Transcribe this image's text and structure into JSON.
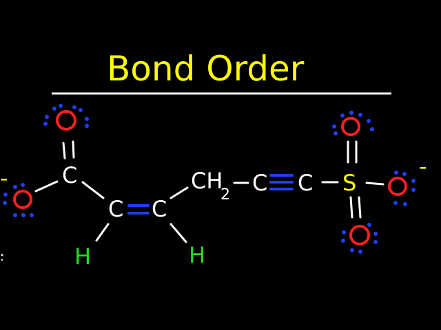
{
  "title": "Bond Order",
  "colors": {
    "background": "#000000",
    "title": "#ffff00",
    "carbon": "#ffffff",
    "oxygen": "#ff2020",
    "sulfur": "#ffff00",
    "hydrogen": "#22dd22",
    "lone_pair": "#1f3fff",
    "double_bond": "#1f3fff",
    "triple_bond": "#1f3fff"
  },
  "atoms": {
    "c1": "C",
    "c2": "C",
    "c3": "C",
    "ch2_main": "CH",
    "ch2_sub": "2",
    "c4": "C",
    "c5": "C",
    "s": "S",
    "h1": "H",
    "h2": "H",
    "o_top_left": "O",
    "o_left": "O",
    "o_top_right": "O",
    "o_right": "O",
    "o_bottom_right": "O"
  },
  "charges": {
    "left": "-",
    "right": "-"
  }
}
